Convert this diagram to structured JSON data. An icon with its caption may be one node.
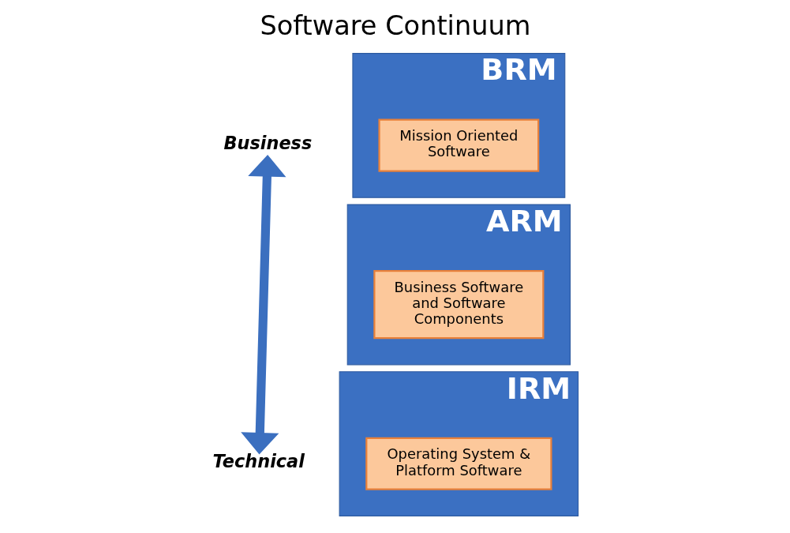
{
  "diagram": {
    "title": "Software Continuum",
    "nodes": [
      {
        "text": [
          "BRM"
        ]
      },
      {
        "text": [
          "Mission Oriented Software"
        ],
        "in": 0
      },
      {
        "text": [
          "ARM"
        ]
      },
      {
        "text": [
          "Business Software and Software Components"
        ],
        "in": 2
      },
      {
        "text": [
          "IRM"
        ]
      },
      {
        "text": [
          "Operating System & Platform Software"
        ],
        "in": 4
      },
      {
        "text": [
          "Business"
        ]
      },
      {
        "text": [
          "Technical"
        ]
      }
    ],
    "edges": [
      {
        "from": 6,
        "to": 7,
        "arrow": "both",
        "color": "#3b6fbf"
      }
    ]
  }
}
